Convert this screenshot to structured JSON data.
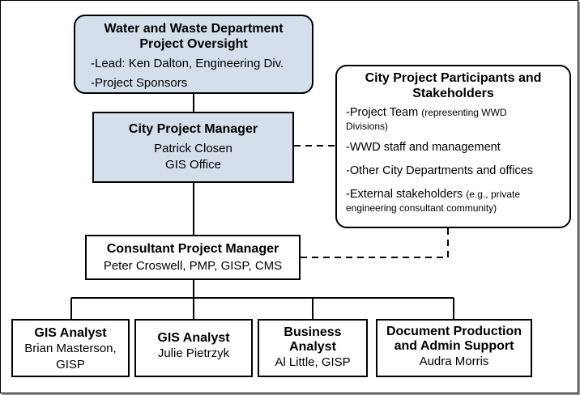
{
  "oversight": {
    "title_line1": "Water and Waste Department",
    "title_line2": "Project Oversight",
    "items": [
      "-Lead: Ken Dalton, Engineering Div.",
      "-Project Sponsors"
    ]
  },
  "project_manager": {
    "title": "City Project Manager",
    "name": "Patrick Closen",
    "office": "GIS Office"
  },
  "participants": {
    "title_line1": "City Project Participants and",
    "title_line2": "Stakeholders",
    "items": [
      {
        "main": "-Project Team ",
        "note": "(representing WWD",
        "note2": "Divisions)"
      },
      {
        "main": "-WWD staff and management"
      },
      {
        "main": "-Other City Departments and offices"
      },
      {
        "main": "-External stakeholders ",
        "note": "(e.g., private",
        "note2": "engineering consultant community)"
      }
    ]
  },
  "consultant": {
    "title": "Consultant Project Manager",
    "name": "Peter Croswell, PMP, GISP, CMS"
  },
  "team": [
    {
      "title": "GIS Analyst",
      "line1": "Brian Masterson,",
      "line2": "GISP"
    },
    {
      "title": "GIS Analyst",
      "line1": "Julie Pietrzyk"
    },
    {
      "title_line1": "Business",
      "title_line2": "Analyst",
      "line1": "Al Little, GISP"
    },
    {
      "title_line1": "Document Production",
      "title_line2": "and Admin Support",
      "line1": "Audra Morris"
    }
  ],
  "colors": {
    "box_fill_highlight": "#d5dfeb",
    "box_fill": "#ffffff",
    "line": "#000000",
    "frame_shadow": "#9a9a9a"
  }
}
